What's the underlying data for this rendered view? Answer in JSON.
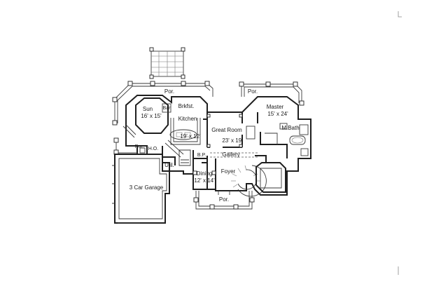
{
  "floor_plan": {
    "rooms": [
      {
        "id": "porch-rear",
        "name": "Por."
      },
      {
        "id": "porch-master",
        "name": "Por."
      },
      {
        "id": "sun",
        "name": "Sun",
        "size": "16' x 15'"
      },
      {
        "id": "bar",
        "name": "Bar"
      },
      {
        "id": "breakfast",
        "name": "Brkfst."
      },
      {
        "id": "kitchen",
        "name": "Kitchen",
        "size": "19' x 12'"
      },
      {
        "id": "great-room",
        "name": "Great Room",
        "size": "23' x 19'"
      },
      {
        "id": "master",
        "name": "Master",
        "size": "15' x 24'"
      },
      {
        "id": "master-bath",
        "name": "M.Bath"
      },
      {
        "id": "porch-side",
        "name": "Por."
      },
      {
        "id": "home-office",
        "name": "H.O."
      },
      {
        "id": "butlers-pantry",
        "name": "B.P."
      },
      {
        "id": "gallery",
        "name": "Gallery"
      },
      {
        "id": "utility",
        "name": "Util."
      },
      {
        "id": "dining",
        "name": "Dining",
        "size": "12' x 14'"
      },
      {
        "id": "foyer",
        "name": "Foyer"
      },
      {
        "id": "garage",
        "name": "3 Car Garage"
      },
      {
        "id": "porch-front",
        "name": "Por."
      }
    ]
  }
}
